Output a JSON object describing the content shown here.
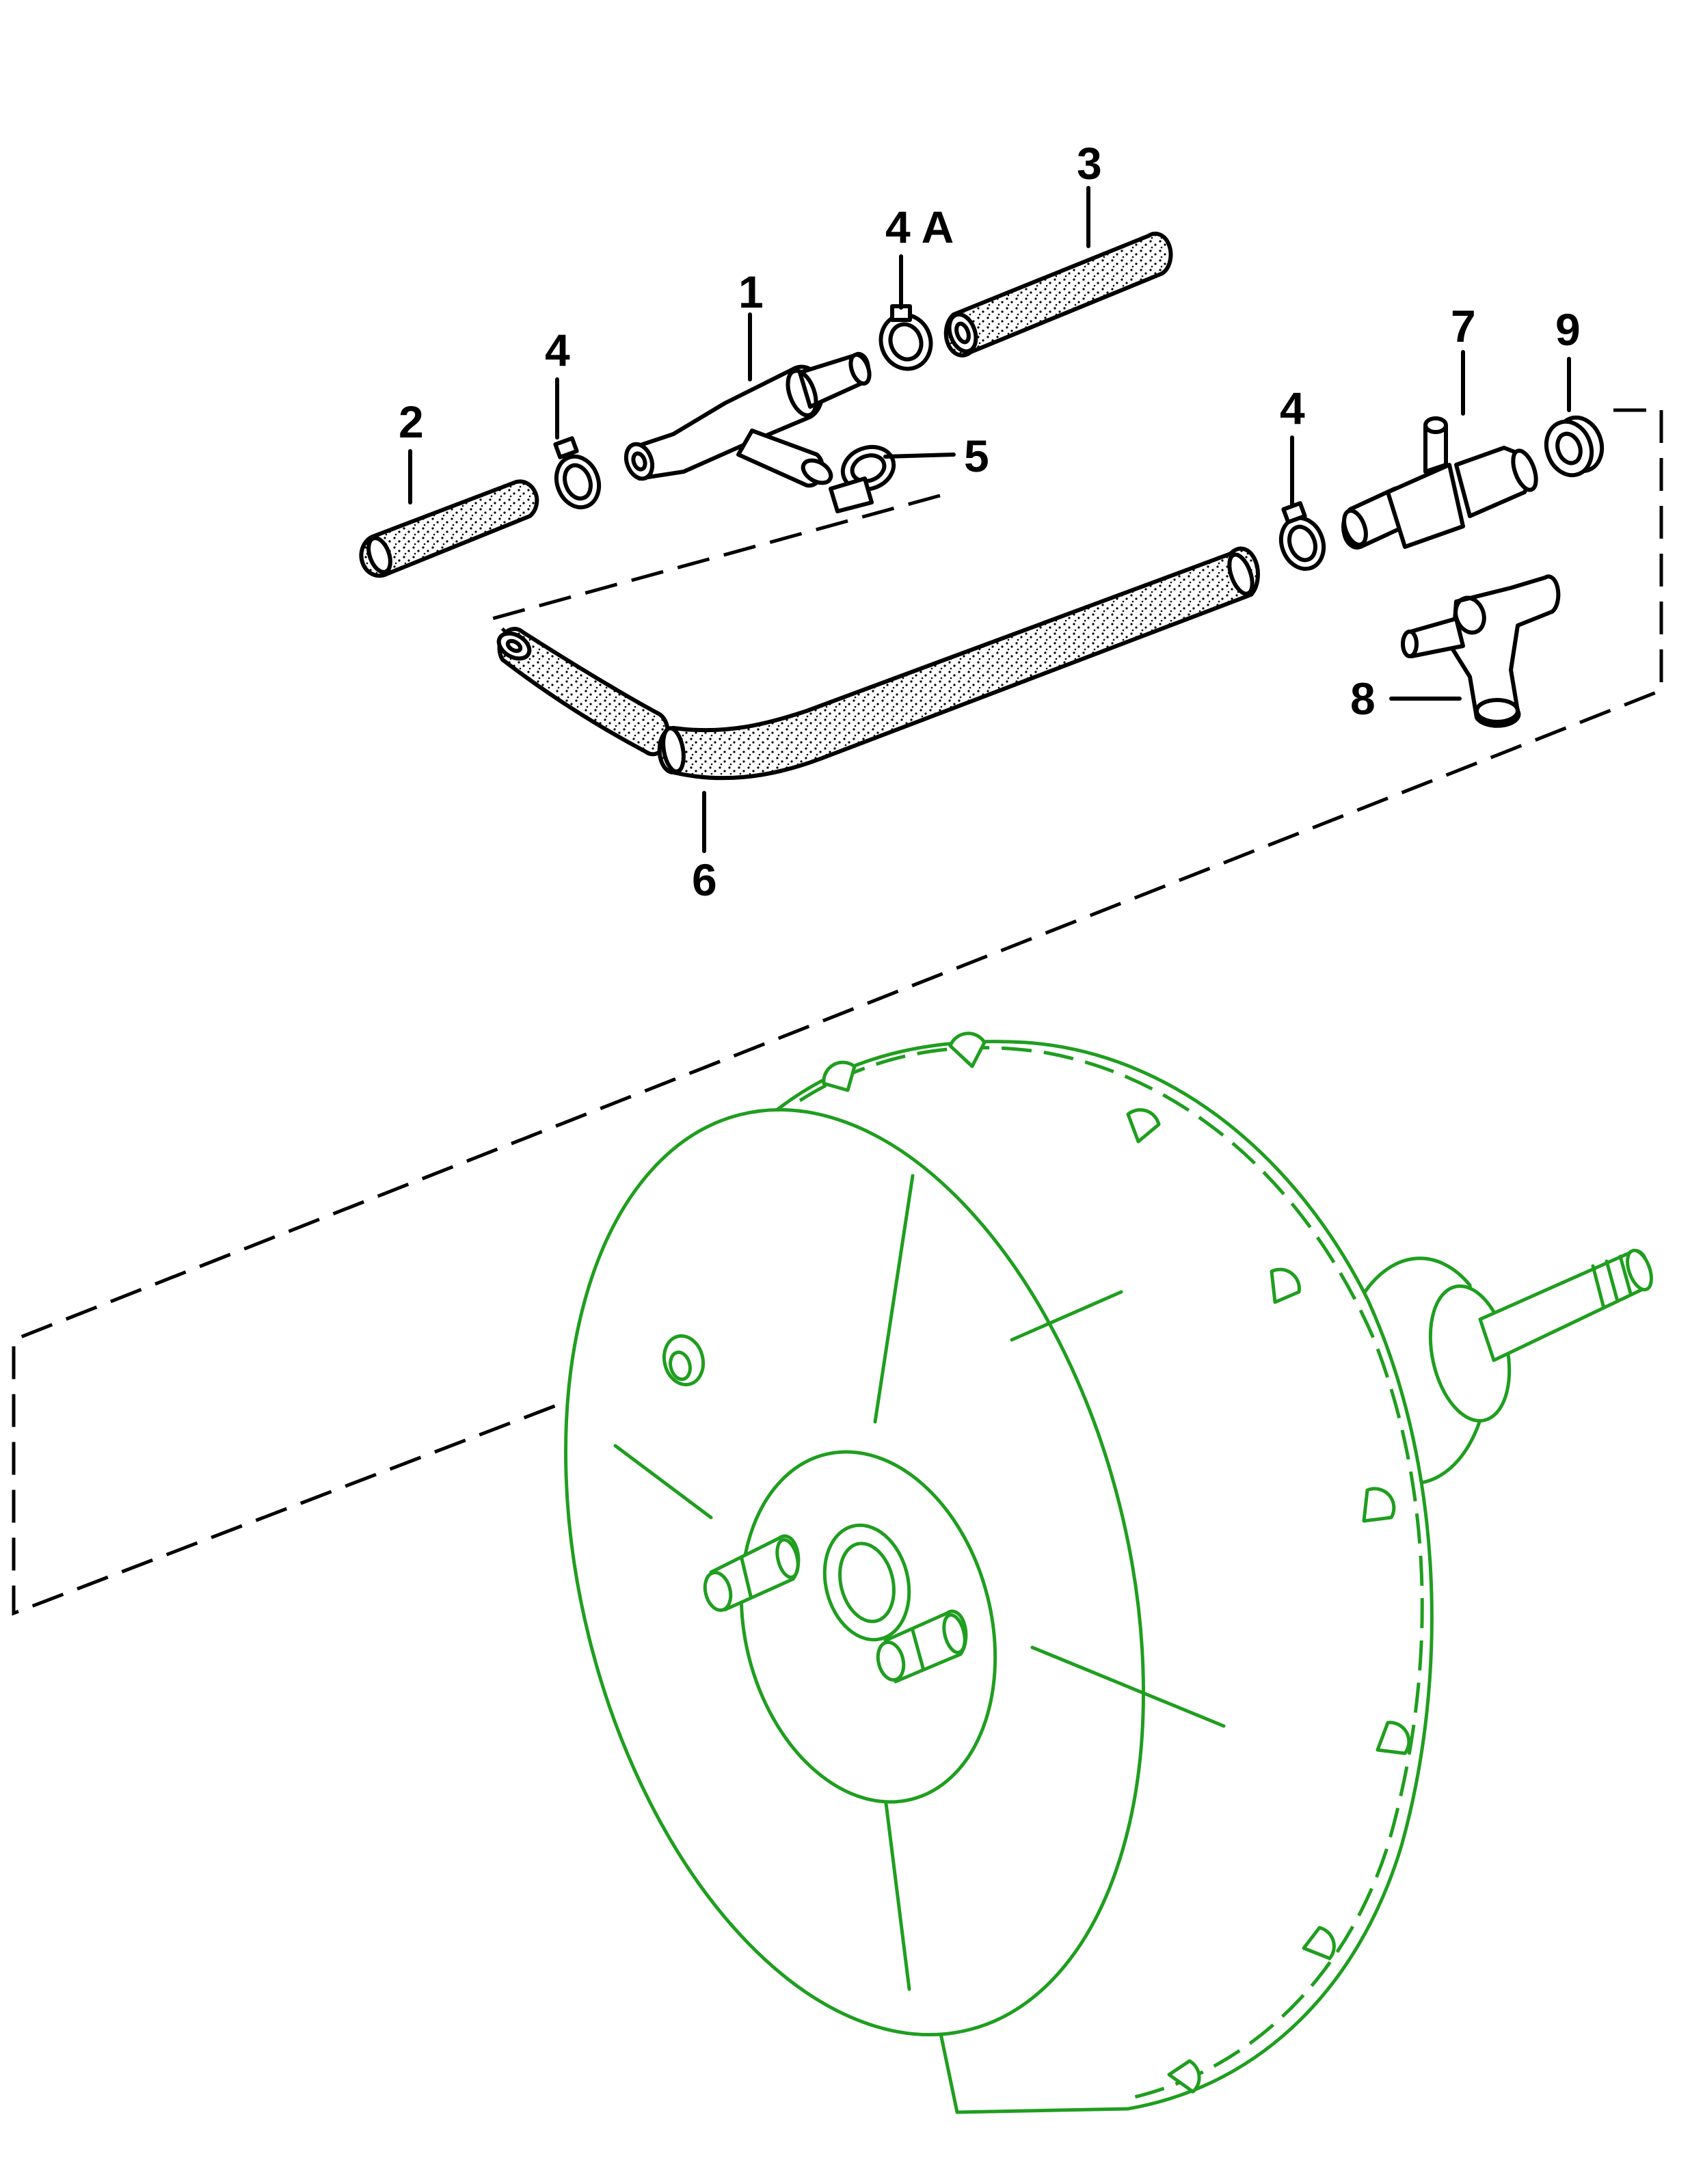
{
  "colors": {
    "ink": "#000000",
    "booster": "#1f9e1f",
    "background": "#ffffff"
  },
  "callouts": {
    "c1": "1",
    "c2": "2",
    "c3": "3",
    "c4_left": "4",
    "c4a": "4 A",
    "c4_right": "4",
    "c5": "5",
    "c6": "6",
    "c7": "7",
    "c8": "8",
    "c9": "9"
  }
}
